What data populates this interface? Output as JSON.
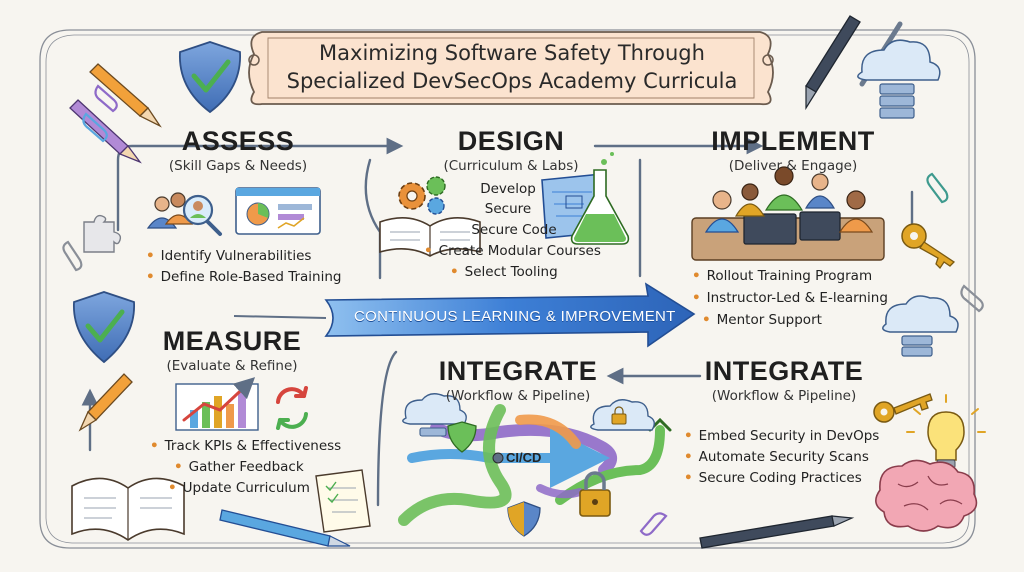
{
  "title": {
    "line1": "Maximizing Software Safety Through",
    "line2": "Specialized DevSecOps Academy Curricula"
  },
  "stages": {
    "assess": {
      "heading": "ASSESS",
      "subtitle": "(Skill Gaps & Needs)",
      "bullets": [
        "Identify Vulnerabilities",
        "Define Role-Based Training"
      ]
    },
    "design": {
      "heading": "DESIGN",
      "subtitle": "(Curriculum & Labs)",
      "lines": [
        "Develop",
        "Secure",
        "Secure Code"
      ],
      "bullets": [
        "Create Modular Courses",
        "Select Tooling"
      ]
    },
    "implement": {
      "heading": "IMPLEMENT",
      "subtitle": "(Deliver & Engage)",
      "bullets": [
        "Rollout Training Program",
        "Instructor-Led & E-learning",
        "Mentor Support"
      ]
    },
    "measure": {
      "heading": "MEASURE",
      "subtitle": "(Evaluate & Refine)",
      "bullets": [
        "Track KPIs & Effectiveness",
        "Gather Feedback",
        "Update Curriculum"
      ]
    },
    "integrate_center": {
      "heading": "INTEGRATE",
      "subtitle": "(Workflow & Pipeline)",
      "pipeline_label": "CI/CD"
    },
    "integrate_right": {
      "heading": "INTEGRATE",
      "subtitle": "(Workflow & Pipeline)",
      "bullets": [
        "Embed Security in DevOps",
        "Automate Security Scans",
        "Secure Coding Practices"
      ]
    }
  },
  "banner": {
    "label": "CONTINUOUS LEARNING & IMPROVEMENT"
  },
  "colors": {
    "banner_blue": "#3d7fd6",
    "shield_blue": "#5a86c8",
    "check_green": "#4caf50",
    "accent_orange": "#e08a2e",
    "title_scroll": "#fbe3cf",
    "arrow_gray": "#5f6f86",
    "gear_orange": "#e9913a",
    "lock_gold": "#e0a526",
    "pipe_purple": "#8e6ac8",
    "pipe_green": "#6bbf59",
    "pipe_blue": "#5aa7e0",
    "pipe_orange": "#ef9a4a"
  },
  "icons": [
    "shield-check-icon",
    "pencil-icon",
    "pen-icon",
    "cloud-server-icon",
    "paperclip-icon",
    "key-icon",
    "team-icon",
    "magnifier-icon",
    "dashboard-icon",
    "gear-icon",
    "book-icon",
    "blueprint-icon",
    "flask-icon",
    "meeting-icon",
    "chart-icon",
    "refresh-icon",
    "cloud-lock-icon",
    "padlock-icon",
    "lightbulb-icon",
    "brain-icon",
    "notepad-icon",
    "puzzle-icon"
  ]
}
